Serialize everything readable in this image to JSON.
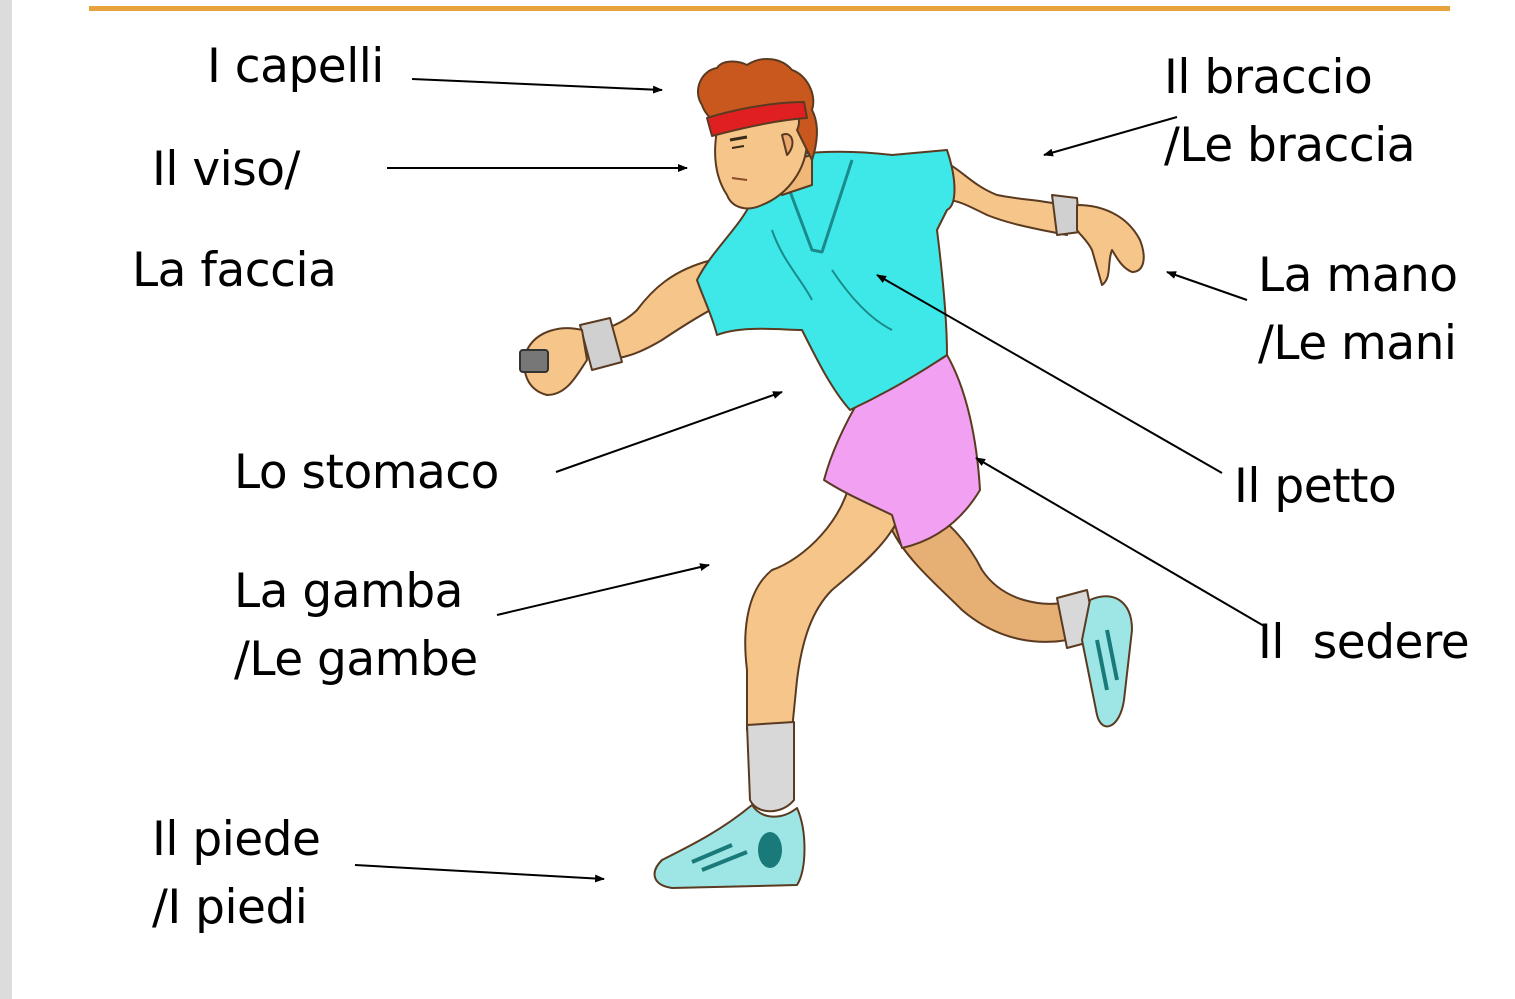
{
  "labels": {
    "capelli": "I capelli",
    "viso": "Il viso/",
    "faccia": "La faccia",
    "braccio": "Il braccio",
    "braccia": "/Le braccia",
    "mano": "La mano",
    "mani": "/Le mani",
    "stomaco": "Lo stomaco",
    "petto": "Il petto",
    "gamba": "La gamba",
    "gambe": "/Le gambe",
    "sedere": "Il  sedere",
    "piede": "Il piede",
    "piedi": "/I piedi"
  },
  "colors": {
    "accent_rule": "#e8a23c",
    "shirt": "#3ee8e8",
    "shorts": "#f2a0f2",
    "skin": "#f5c58a",
    "hair": "#c8581e",
    "headband": "#e02020",
    "socks": "#d8d8d8",
    "shoes": "#9ee6e6"
  },
  "icons": [
    "runner-illustration",
    "arrow-icon"
  ]
}
